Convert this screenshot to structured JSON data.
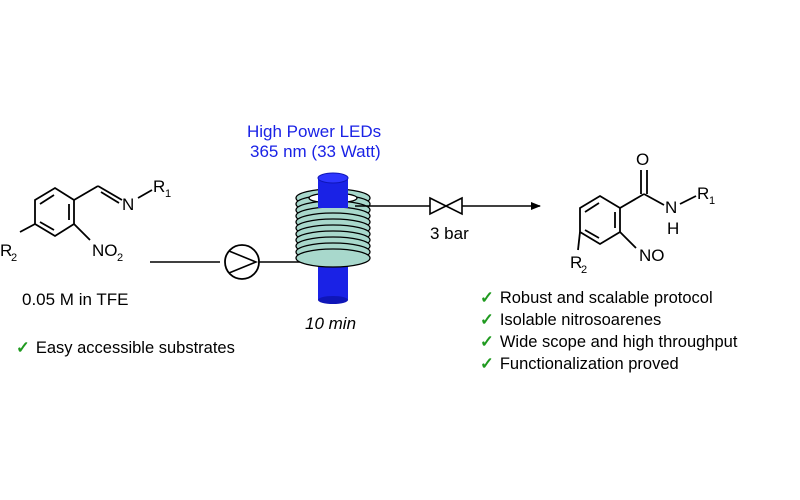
{
  "light_source": {
    "line1": "High Power LEDs",
    "line2": "365 nm (33 Watt)",
    "color": "#1a22e6"
  },
  "reactant": {
    "imine_N": "N",
    "imine_R": "R",
    "imine_R_sub": "1",
    "ring_R": "R",
    "ring_R_sub": "2",
    "nitro": "NO",
    "nitro_sub": "2",
    "concentration": "0.05 M in TFE"
  },
  "reactor": {
    "residence_time": "10 min",
    "coil_color": "#a8d8cc",
    "lamp_color": "#1a22e6"
  },
  "pressure": {
    "label": "3 bar"
  },
  "product": {
    "carbonyl_O": "O",
    "amide_N": "N",
    "amide_H": "H",
    "amide_R": "R",
    "amide_R_sub": "1",
    "ring_R": "R",
    "ring_R_sub": "2",
    "nitroso": "NO"
  },
  "left_benefit": "Easy accessible substrates",
  "right_benefits": [
    "Robust and scalable protocol",
    "Isolable nitrosoarenes",
    "Wide scope and high throughput",
    "Functionalization proved"
  ],
  "check_glyph": "✓",
  "check_color": "#1f9a1f",
  "icons": [
    "pump-icon",
    "valve-icon",
    "reactor-coil-icon",
    "led-lamp-icon"
  ]
}
